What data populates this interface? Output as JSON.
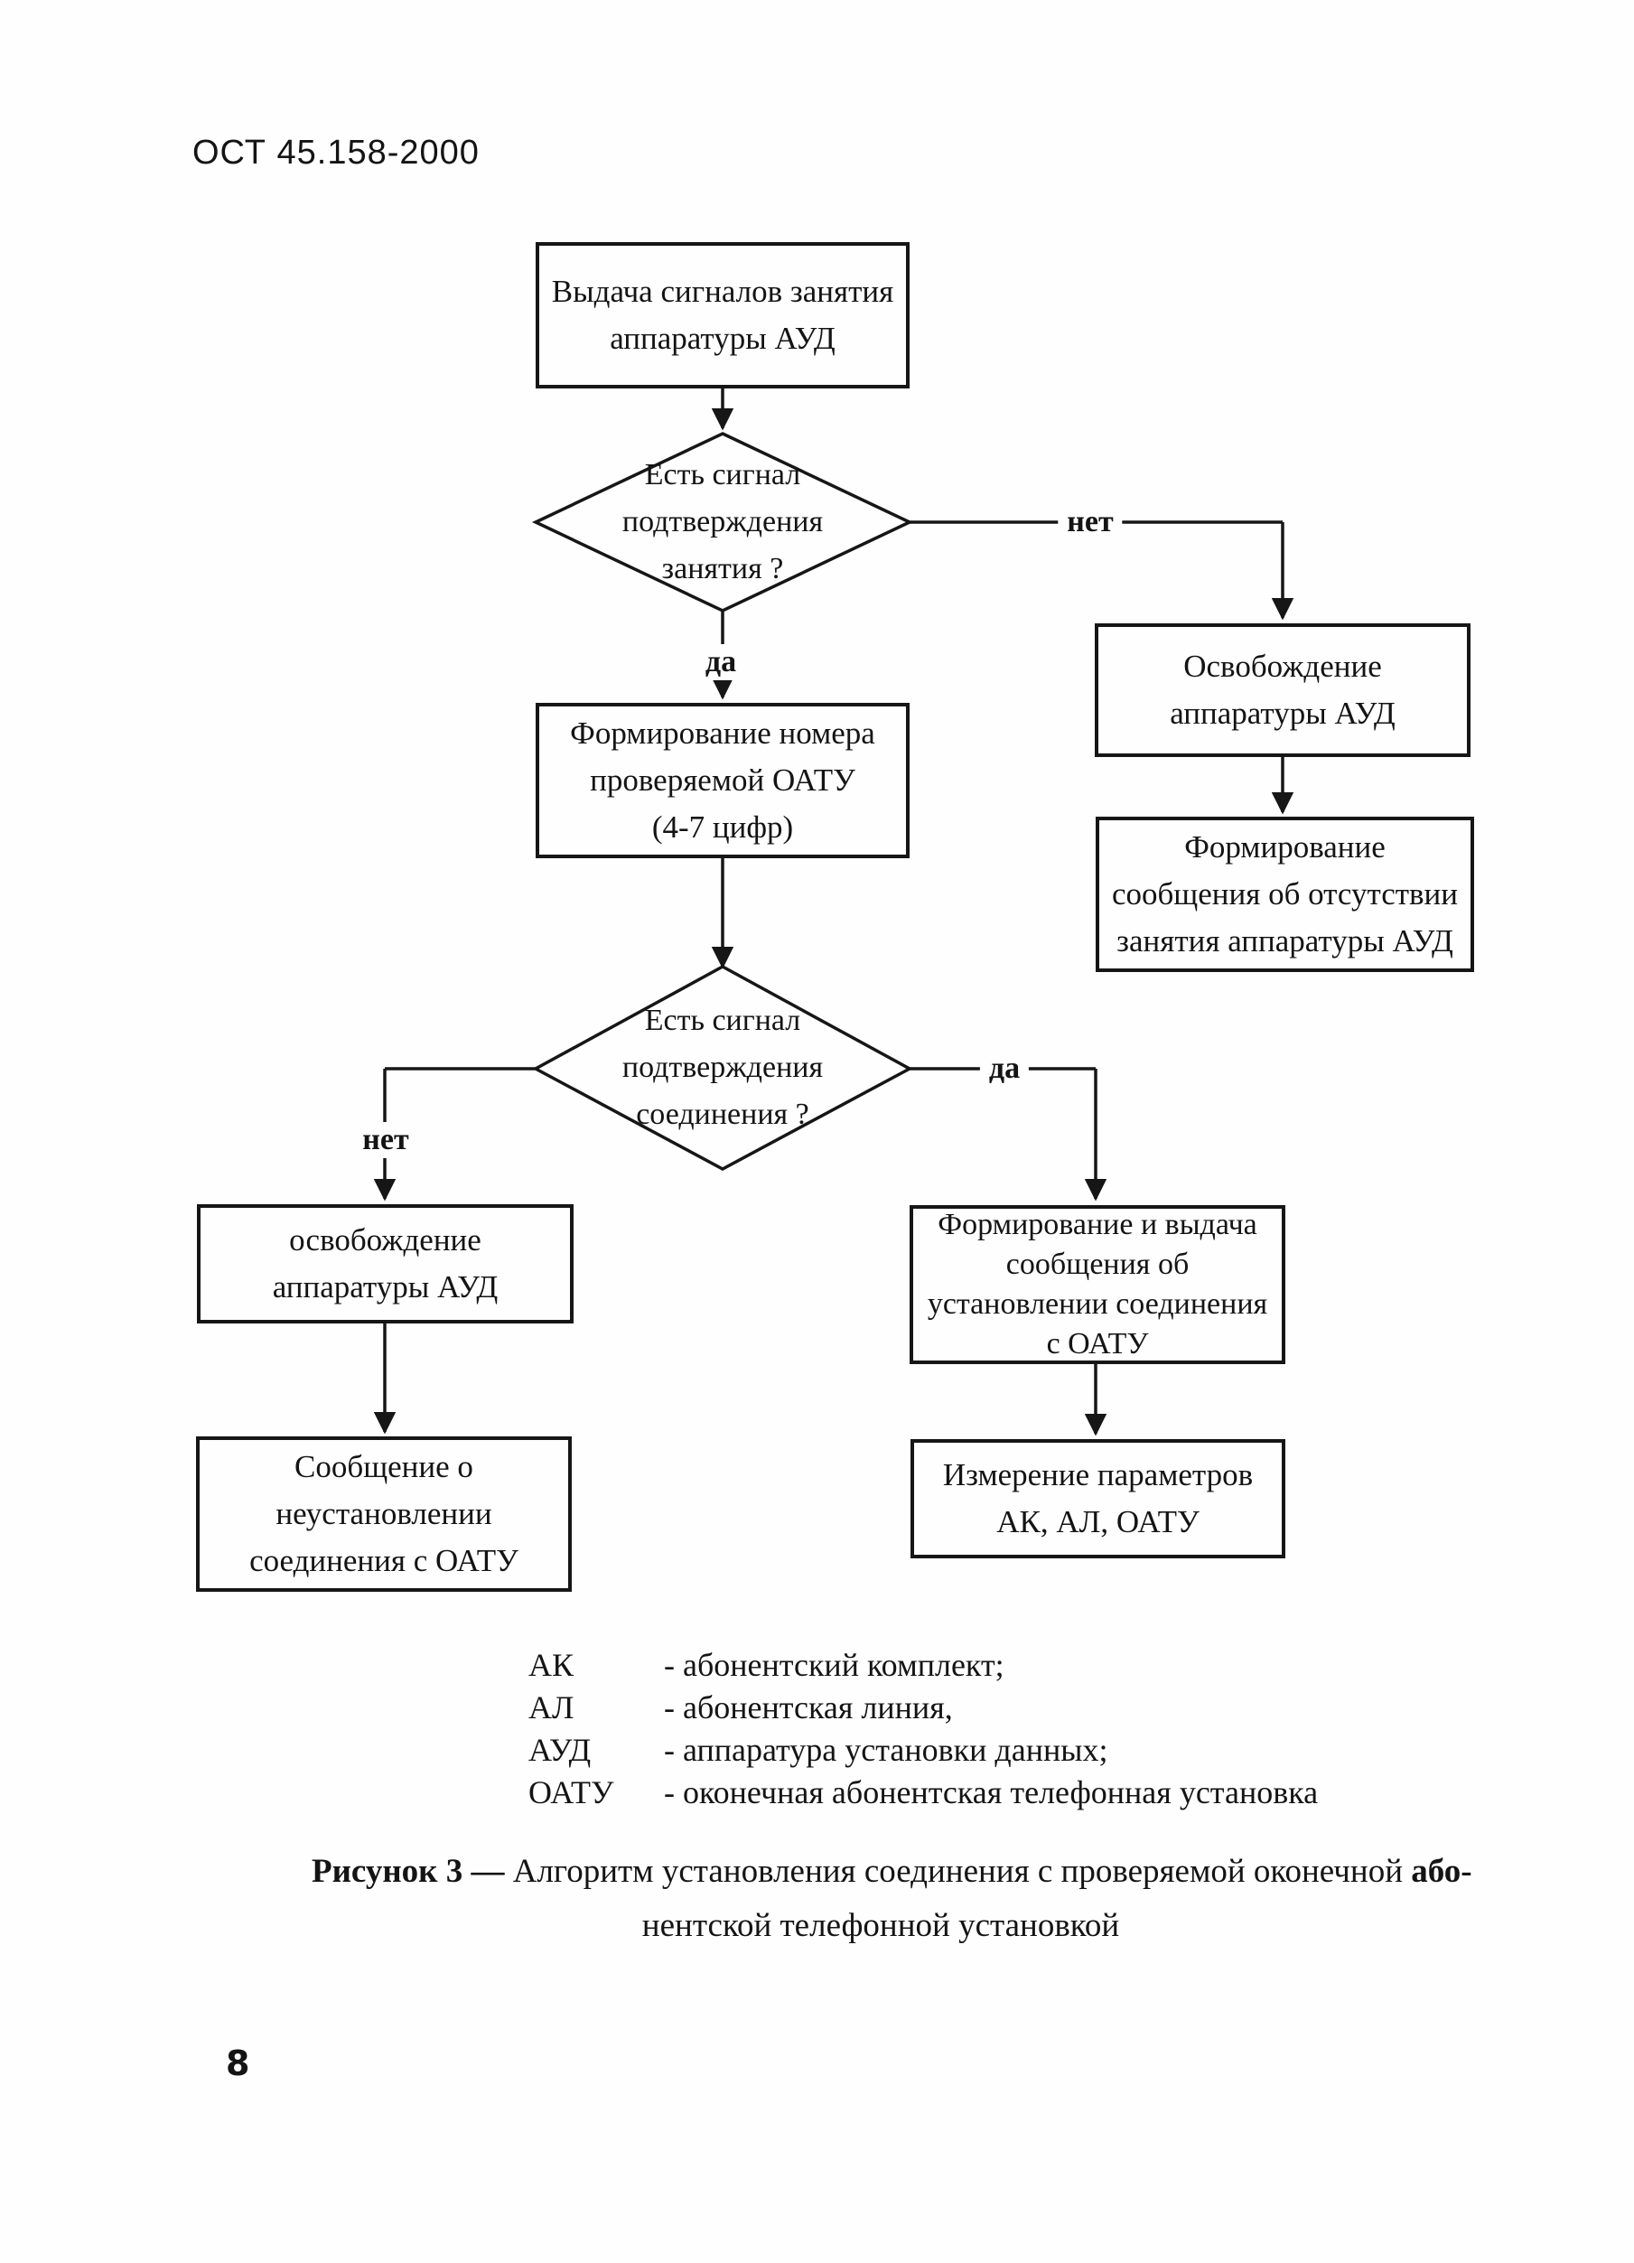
{
  "header": {
    "standard": "ОСТ 45.158-2000"
  },
  "flowchart": {
    "boxes": {
      "start": "Выдача сигналов занятия\nаппаратуры АУД",
      "release_right": "Освобождение\nаппаратуры АУД",
      "form_absence_msg": "Формирование\nсообщения об отсутствии\nзанятия аппаратуры АУД",
      "form_number": "Формирование номера\nпроверяемой ОАТУ\n(4-7 цифр)",
      "release_left": "освобождение\nаппаратуры АУД",
      "msg_not_established": "Сообщение о\nнеустановлении\nсоединения с ОАТУ",
      "form_established_msg": "Формирование и выдача\nсообщения об\nустановлении соединения\nс ОАТУ",
      "measure_params": "Измерение параметров\nАК, АЛ, ОАТУ"
    },
    "decisions": {
      "busy_confirm": "Есть сигнал\nподтверждения\nзанятия ?",
      "conn_confirm": "Есть сигнал\nподтверждения\nсоединения ?"
    },
    "labels": {
      "yes": "да",
      "no": "нет"
    }
  },
  "legend": {
    "items": [
      {
        "term": "АК",
        "definition": "- абонентский комплект;"
      },
      {
        "term": "АЛ",
        "definition": "- абонентская линия,"
      },
      {
        "term": "АУД",
        "definition": "- аппаратура установки данных;"
      },
      {
        "term": "ОАТУ",
        "definition": "- оконечная абонентская телефонная установка"
      }
    ]
  },
  "caption": {
    "label_bold": "Рисунок 3 — ",
    "body": "Алгоритм установления соединения с проверяемой оконечной ",
    "tail_bold": "або-",
    "line2": "нентской телефонной установкой"
  },
  "footer": {
    "page_number": "8"
  },
  "colors": {
    "ink": "#161616",
    "paper": "#fefefe"
  }
}
